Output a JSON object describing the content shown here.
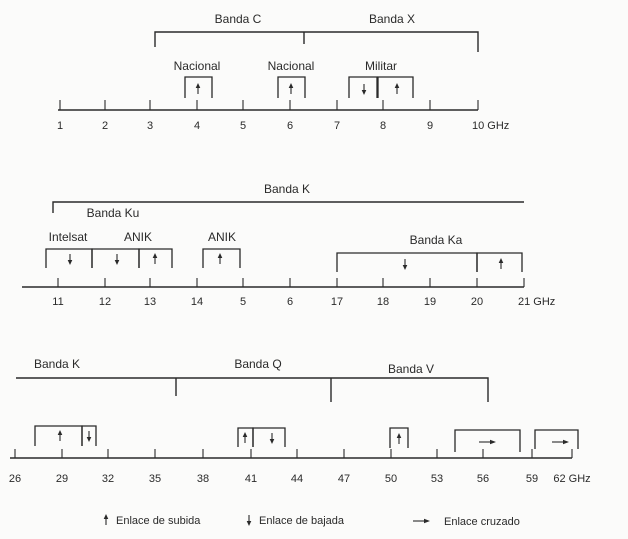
{
  "rows": [
    {
      "id": "row1",
      "ticks": [
        "1",
        "2",
        "3",
        "4",
        "5",
        "6",
        "7",
        "8",
        "9",
        "10 GHz"
      ],
      "bands": [
        {
          "label": "Banda C"
        },
        {
          "label": "Banda X"
        }
      ],
      "allocations": [
        {
          "label": "Nacional",
          "links": [
            "up"
          ]
        },
        {
          "label": "Nacional",
          "links": [
            "up"
          ]
        },
        {
          "label": "Militar",
          "links": [
            "down",
            "up"
          ]
        }
      ]
    },
    {
      "id": "row2",
      "ticks": [
        "11",
        "12",
        "13",
        "14",
        "5",
        "6",
        "17",
        "18",
        "19",
        "20",
        "21 GHz"
      ],
      "bands": [
        {
          "label": "Banda K"
        },
        {
          "label": "Banda Ku"
        }
      ],
      "allocations": [
        {
          "label": "Intelsat",
          "links": [
            "down"
          ]
        },
        {
          "label": "ANIK",
          "links": [
            "down",
            "up"
          ]
        },
        {
          "label": "ANIK",
          "links": [
            "up"
          ]
        },
        {
          "label": "Banda Ka",
          "links": [
            "down",
            "up"
          ]
        }
      ]
    },
    {
      "id": "row3",
      "ticks": [
        "26",
        "29",
        "32",
        "35",
        "38",
        "41",
        "44",
        "47",
        "50",
        "53",
        "56",
        "59",
        "62 GHz"
      ],
      "bands": [
        {
          "label": "Banda K"
        },
        {
          "label": "Banda Q"
        },
        {
          "label": "Banda V"
        }
      ],
      "allocations": [
        {
          "label": "",
          "links": [
            "up",
            "down"
          ]
        },
        {
          "label": "",
          "links": [
            "up",
            "down"
          ]
        },
        {
          "label": "",
          "links": [
            "up"
          ]
        },
        {
          "label": "",
          "links": [
            "cross"
          ]
        },
        {
          "label": "",
          "links": [
            "cross"
          ]
        }
      ]
    }
  ],
  "legend": [
    {
      "type": "up",
      "label": "Enlace de subida"
    },
    {
      "type": "down",
      "label": "Enlace de bajada"
    },
    {
      "type": "cross",
      "label": "Enlace cruzado"
    }
  ]
}
